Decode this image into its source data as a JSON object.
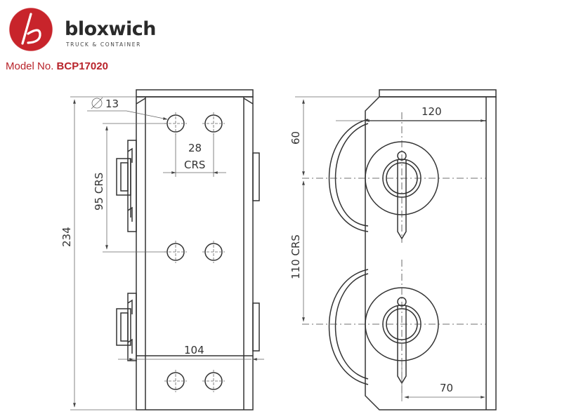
{
  "brand": {
    "name": "bloxwich",
    "tagline": "TRUCK & CONTAINER",
    "logo_color": "#c8242b",
    "logo_icon": "b-swoosh-logo-icon"
  },
  "model": {
    "label": "Model No.",
    "number": "BCP17020"
  },
  "dimensions": {
    "hole_diameter": "13",
    "hole_spacing": "28",
    "hole_spacing_suffix": "CRS",
    "vertical_crs": "95 CRS",
    "overall_height": "234",
    "plate_width": "104",
    "side_width": "120",
    "side_top_offset": "60",
    "side_crs": "110 CRS",
    "side_bottom_offset": "70"
  },
  "colors": {
    "line": "#333333",
    "dimension_line": "#666666"
  }
}
